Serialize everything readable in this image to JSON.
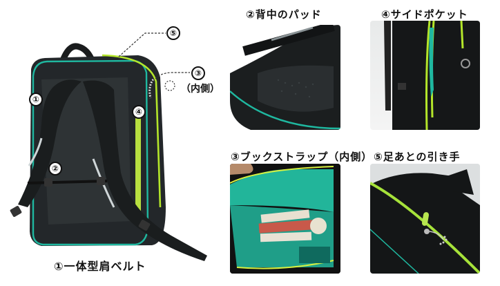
{
  "main_figure": {
    "caption": "①一体型肩ベルト",
    "markers": [
      {
        "id": "1",
        "label": "①"
      },
      {
        "id": "2",
        "label": "②"
      },
      {
        "id": "3",
        "label": "③",
        "sub": "（内側）"
      },
      {
        "id": "4",
        "label": "④"
      },
      {
        "id": "5",
        "label": "⑤"
      }
    ]
  },
  "detail_panels": [
    {
      "id": "2",
      "caption": "②背中のパッド",
      "subject": "back-pad"
    },
    {
      "id": "4",
      "caption": "④サイドポケット",
      "subject": "side-pocket"
    },
    {
      "id": "3",
      "caption": "③ブックストラップ（内側）",
      "subject": "book-strap"
    },
    {
      "id": "5",
      "caption": "⑤足あとの引き手",
      "subject": "footprint-zipper-pull"
    }
  ],
  "colors": {
    "bag_black": "#1d2021",
    "teal_trim": "#1fb8a0",
    "lime_zipper": "#b4e62a",
    "teal_lining": "#22b59a"
  }
}
